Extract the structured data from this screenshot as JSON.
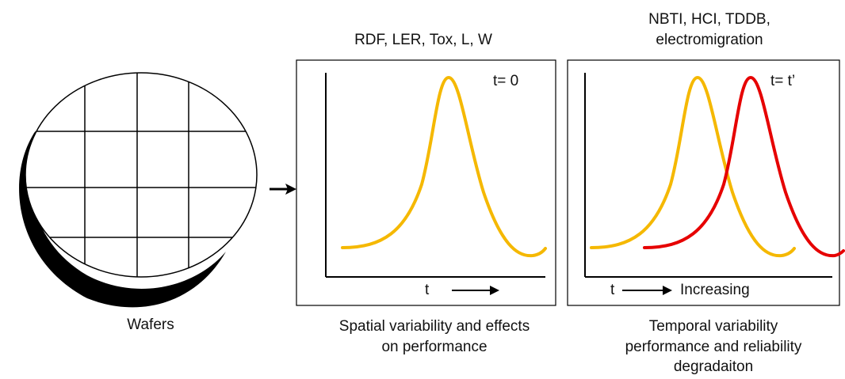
{
  "wafer": {
    "label": "Wafers"
  },
  "spatial_panel": {
    "top_label": "RDF, LER, Tox, L, W",
    "time_label": "t= 0",
    "x_axis_label": "t",
    "caption_line1": "Spatial variability and effects",
    "caption_line2": "on performance"
  },
  "temporal_panel": {
    "top_label_line1": "NBTI, HCI, TDDB,",
    "top_label_line2": "electromigration",
    "time_label": "t= t’",
    "x_axis_label": "t",
    "x_axis_suffix": "Increasing",
    "caption_line1": "Temporal variability",
    "caption_line2": "performance and reliability",
    "caption_line3": "degradaiton"
  },
  "colors": {
    "initial_curve": "#F5B800",
    "shifted_curve": "#E60000",
    "lines": "#000000"
  }
}
